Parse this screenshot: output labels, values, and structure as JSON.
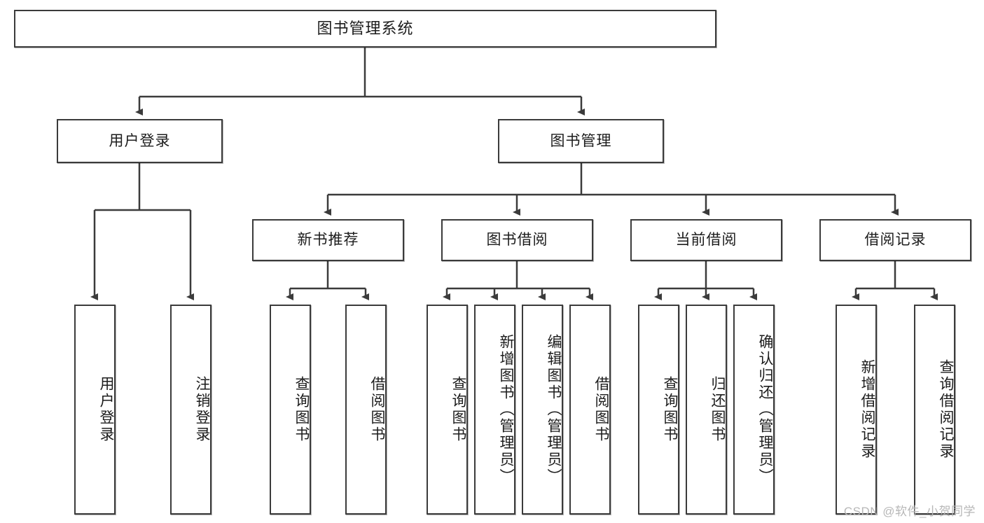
{
  "diagram": {
    "type": "tree-hierarchy-chart",
    "title": "图书管理系统",
    "background_color": "#ffffff",
    "line_color": "#3b3b3b",
    "box_border_color": "#3b3b3b",
    "box_fill_color": "#ffffff",
    "text_color": "#1c1c1c"
  },
  "root": {
    "label": "图书管理系统"
  },
  "level2": [
    {
      "label": "用户登录"
    },
    {
      "label": "图书管理"
    }
  ],
  "level3": [
    {
      "label": "新书推荐"
    },
    {
      "label": "图书借阅"
    },
    {
      "label": "当前借阅"
    },
    {
      "label": "借阅记录"
    }
  ],
  "leaves": {
    "user_login": [
      {
        "label": "用户登录"
      },
      {
        "label": "注销登录"
      }
    ],
    "new_book_recommend": [
      {
        "label": "查询图书"
      },
      {
        "label": "借阅图书"
      }
    ],
    "book_borrow": [
      {
        "label": "查询图书"
      },
      {
        "label": "新增图书（管理员）"
      },
      {
        "label": "编辑图书（管理员）"
      },
      {
        "label": "借阅图书"
      }
    ],
    "current_borrow": [
      {
        "label": "查询图书"
      },
      {
        "label": "归还图书"
      },
      {
        "label": "确认归还（管理员）"
      }
    ],
    "borrow_record": [
      {
        "label": "新增借阅记录"
      },
      {
        "label": "查询借阅记录"
      }
    ]
  },
  "watermark": {
    "text": "CSDN @软件_小贺同学"
  }
}
